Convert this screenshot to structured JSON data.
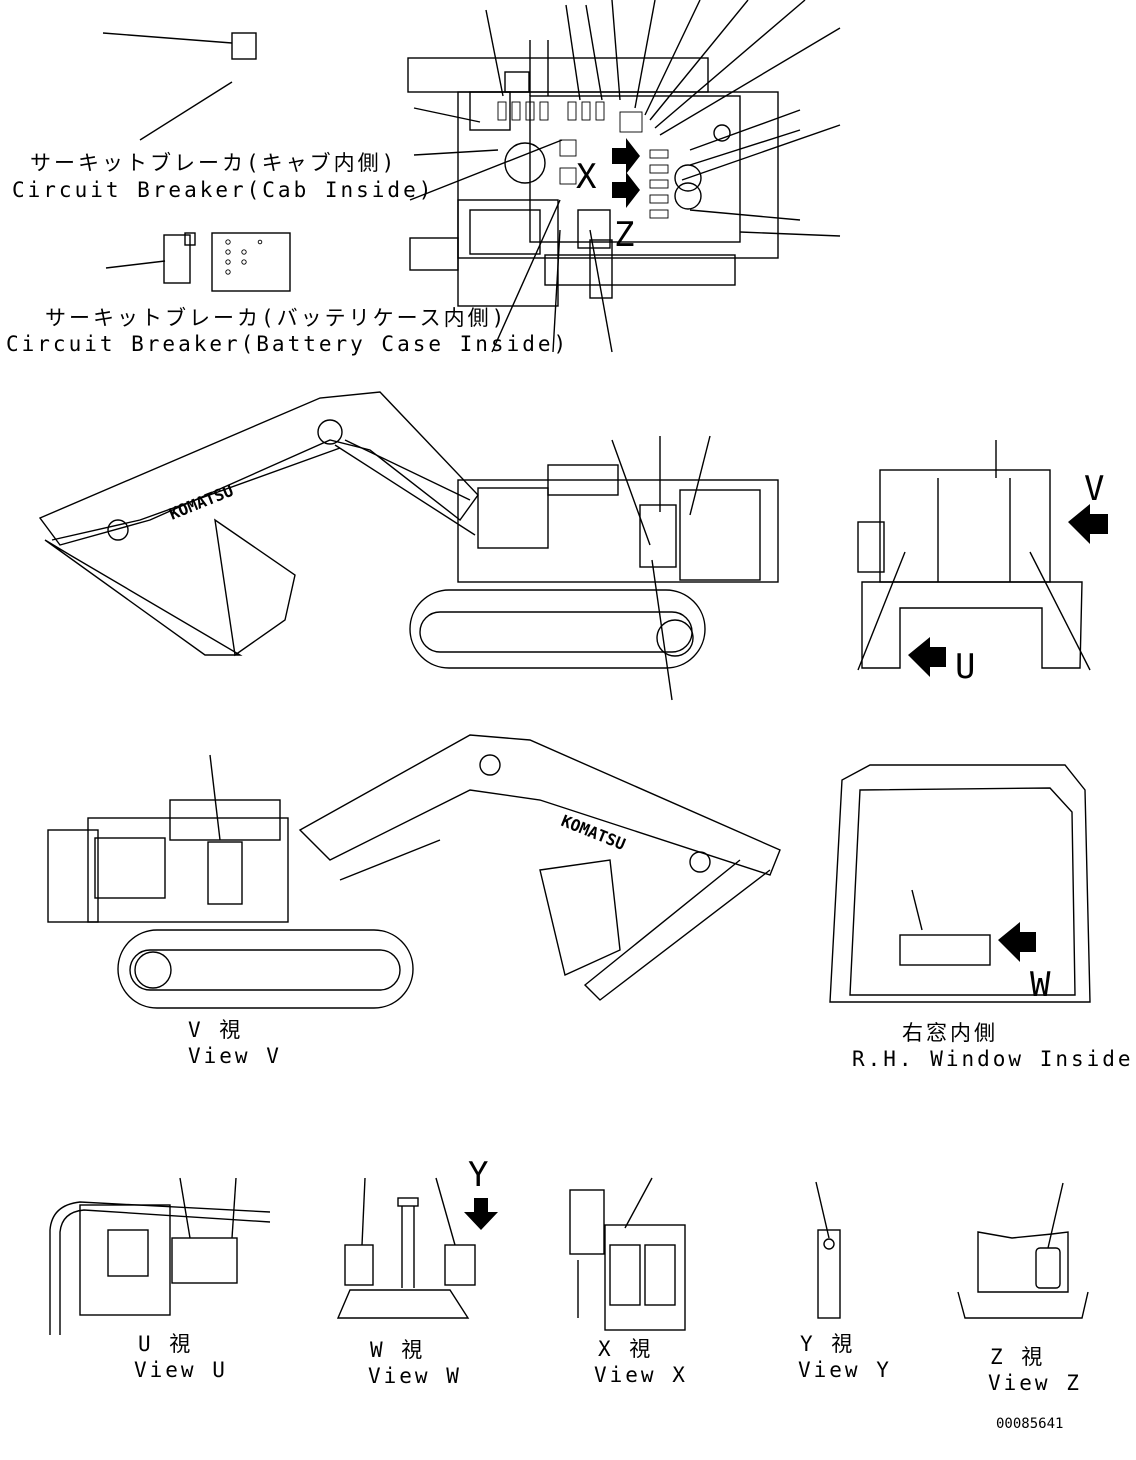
{
  "top_left": {
    "breaker_cab_jp": "サーキットブレーカ(キャブ内側)",
    "breaker_cab_en": "Circuit Breaker(Cab Inside)",
    "breaker_battery_jp": "サーキットブレーカ(バッテリケース内側)",
    "breaker_battery_en": "Circuit Breaker(Battery Case Inside)"
  },
  "plan_view_letters": {
    "x": "X",
    "z": "Z"
  },
  "logo_text": "KOMATSU",
  "side_view_letters": {
    "v": "V",
    "u": "U"
  },
  "cab_letters": {
    "w": "W"
  },
  "captions": {
    "view_v_jp": "V 視",
    "view_v_en": "View V",
    "window_jp": "右窓内側",
    "window_en": "R.H. Window Inside",
    "view_u_jp": "U 視",
    "view_u_en": "View U",
    "view_w_jp": "W 視",
    "view_w_en": "View W",
    "view_x_jp": "X 視",
    "view_x_en": "View X",
    "view_y_jp": "Y 視",
    "view_y_en": "View Y",
    "view_z_jp": "Z 視",
    "view_z_en": "View Z",
    "view_y_arrow_letter": "Y"
  },
  "drawing_number": "00085641"
}
